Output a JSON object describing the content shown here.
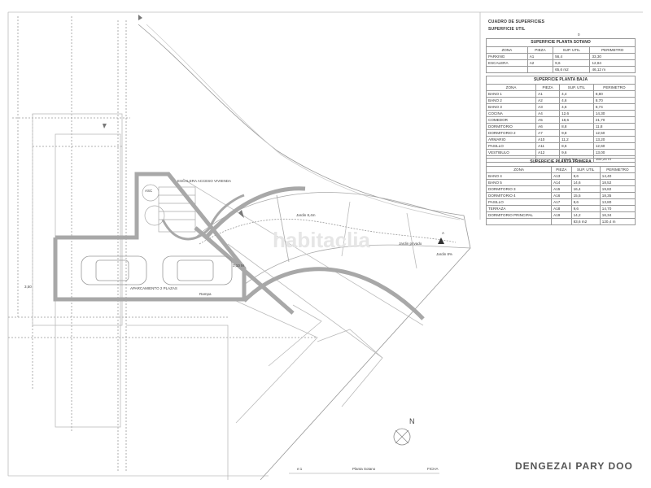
{
  "watermark": "habitaclia",
  "summary": {
    "heading": "CUADRO DE SUPERFICIES",
    "subheading": "SUPERFICIE UTIL",
    "marker": "0"
  },
  "tables": [
    {
      "title": "SUPERFICIE PLANTA SOTANO",
      "columns": [
        "ZONA",
        "PIEZA",
        "SUP. UTIL",
        "PERIMETRO"
      ],
      "rows": [
        [
          "PARKING",
          "A1",
          "56,4",
          "33,30"
        ],
        [
          "ESCALERA",
          "A2",
          "9,6",
          "12,84"
        ],
        [
          "",
          "",
          "65,6 m2",
          "46,12 m"
        ]
      ]
    },
    {
      "title": "SUPERFICIE PLANTA BAJA",
      "columns": [
        "ZONA",
        "PIEZA",
        "SUP. UTIL",
        "PERIMETRO"
      ],
      "rows": [
        [
          "BANO 1",
          "A1",
          "4,4",
          "8,80"
        ],
        [
          "BANO 2",
          "A2",
          "4,6",
          "8,70"
        ],
        [
          "BANO 3",
          "A3",
          "4,6",
          "8,74"
        ],
        [
          "COCINA",
          "A4",
          "12,6",
          "14,30"
        ],
        [
          "COMEDOR",
          "A5",
          "18,6",
          "21,70"
        ],
        [
          "DORMITORIO",
          "A6",
          "8,8",
          "11,8"
        ],
        [
          "DORMITORIO 2",
          "A7",
          "9,8",
          "12,50"
        ],
        [
          "ARMARIO",
          "A10",
          "11,2",
          "13,20"
        ],
        [
          "PASILLO",
          "A11",
          "8,6",
          "12,60"
        ],
        [
          "VESTIBULO",
          "A12",
          "9,6",
          "13,00"
        ],
        [
          "",
          "",
          "104,6 m2",
          "160,24 m"
        ]
      ]
    },
    {
      "title": "SUPERFICIE PLANTA PRIMERA",
      "columns": [
        "ZONA",
        "PIEZA",
        "SUP. UTIL",
        "PERIMETRO"
      ],
      "rows": [
        [
          "BANO 4",
          "A13",
          "8,6",
          "14,40"
        ],
        [
          "BANO 5",
          "A14",
          "14,6",
          "18,52"
        ],
        [
          "DORMITORIO 3",
          "A15",
          "16,4",
          "19,82"
        ],
        [
          "DORMITORIO 4",
          "A16",
          "15,5",
          "18,35"
        ],
        [
          "PASILLO",
          "A17",
          "8,6",
          "13,80"
        ],
        [
          "TERRAZA",
          "A18",
          "9,6",
          "14,70"
        ],
        [
          "DORMITORIO PRINCIPAL",
          "A19",
          "14,2",
          "16,34"
        ],
        [
          "",
          "",
          "83,6 m2",
          "120,4 m"
        ]
      ]
    }
  ],
  "plan_labels": {
    "garden_upper": "Jardin 8,4m",
    "garden_lower": "Jardin privado",
    "garden_right": "Jardin 8%",
    "north": "N",
    "garage": "APARCAMIENTO 2 PLAZAS",
    "stairs_note": "ESCALERA ACCESO VIVIENDA",
    "ramp": "Rampa",
    "lift": "ASC",
    "elev": "3,10 M",
    "section_a": "A",
    "section_left": "3,50"
  },
  "footer": {
    "scale": "e:1",
    "plan_name": "Planta Sotano",
    "sheet": "FICHA",
    "brand": "DENGEZAI PARY DOO"
  }
}
